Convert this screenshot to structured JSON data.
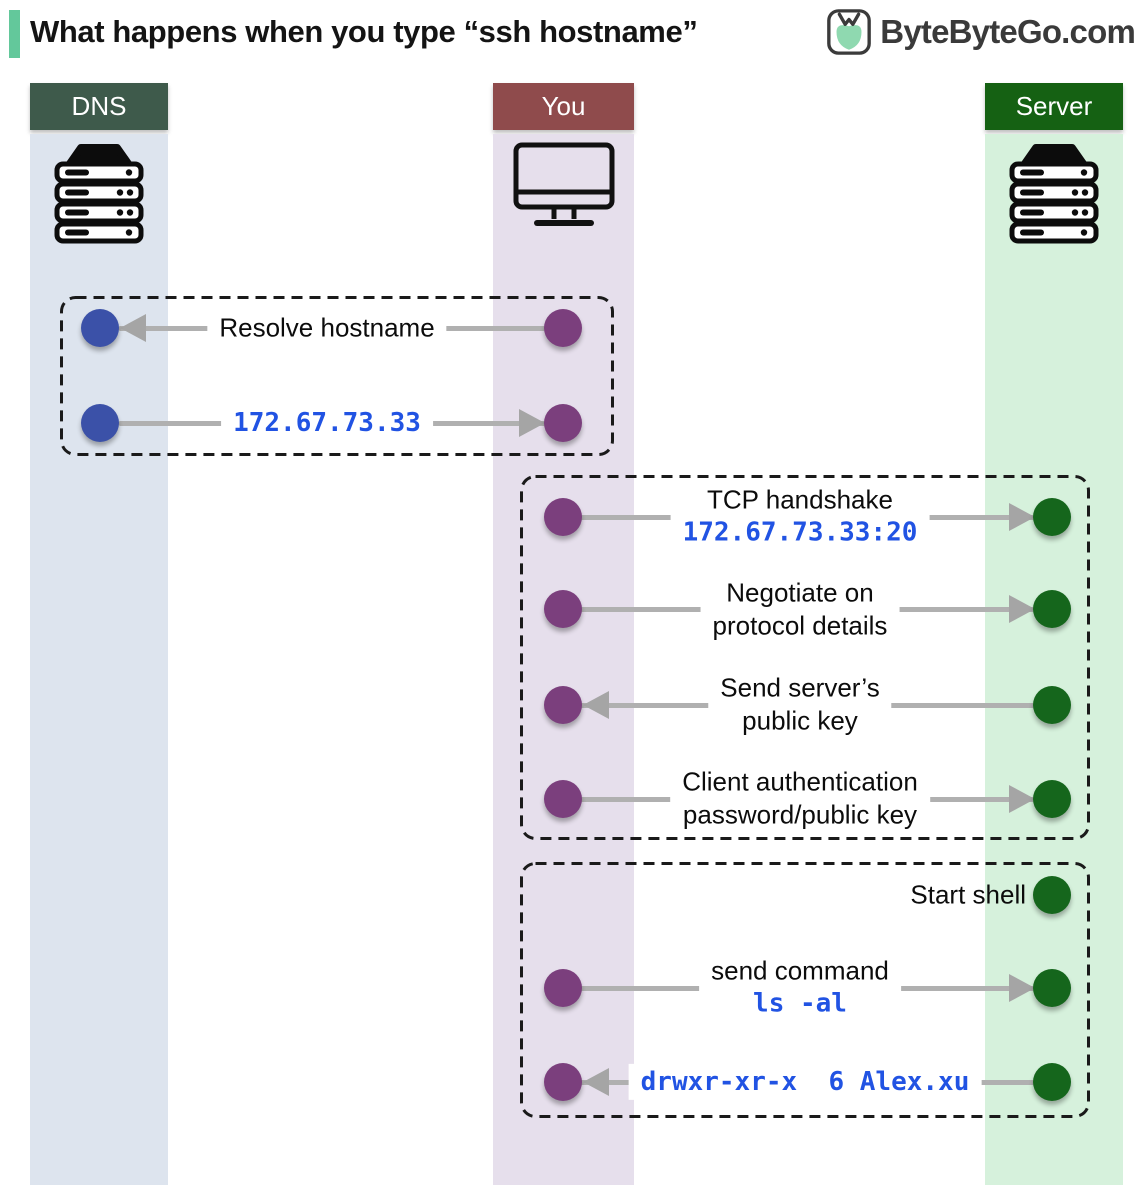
{
  "title": {
    "text": "What happens when you type “ssh hostname”"
  },
  "brand": {
    "name": "ByteByteGo.com"
  },
  "lanes": {
    "dns": {
      "label": "DNS"
    },
    "you": {
      "label": "You"
    },
    "server": {
      "label": "Server"
    }
  },
  "flows": {
    "resolve": {
      "row1": {
        "text": "Resolve hostname"
      },
      "row2": {
        "mono": "172.67.73.33"
      }
    },
    "handshake": {
      "row1": {
        "text": "TCP handshake",
        "mono": "172.67.73.33:20"
      },
      "row2": {
        "text1": "Negotiate on",
        "text2": "protocol details"
      },
      "row3": {
        "text1": "Send server’s",
        "text2": "public key"
      },
      "row4": {
        "text1": "Client authentication",
        "text2": "password/public key"
      }
    },
    "session": {
      "row1": {
        "text": "Start shell"
      },
      "row2": {
        "text": "send command",
        "mono": "ls -al"
      },
      "row3": {
        "mono": "drwxr-xr-x  6 Alex.xu"
      }
    }
  },
  "colors": {
    "accent": "#63c89b",
    "dns_header": "#3e5a4b",
    "you_header": "#8f4b4c",
    "server_header": "#156113",
    "dns_lane": "#dde4ee",
    "you_lane": "#e6dfec",
    "server_lane": "#d6f1dc",
    "dot_blue": "#3b51a8",
    "dot_purple": "#7b3f7d",
    "dot_green": "#15661c",
    "mono_text": "#2153e3"
  }
}
